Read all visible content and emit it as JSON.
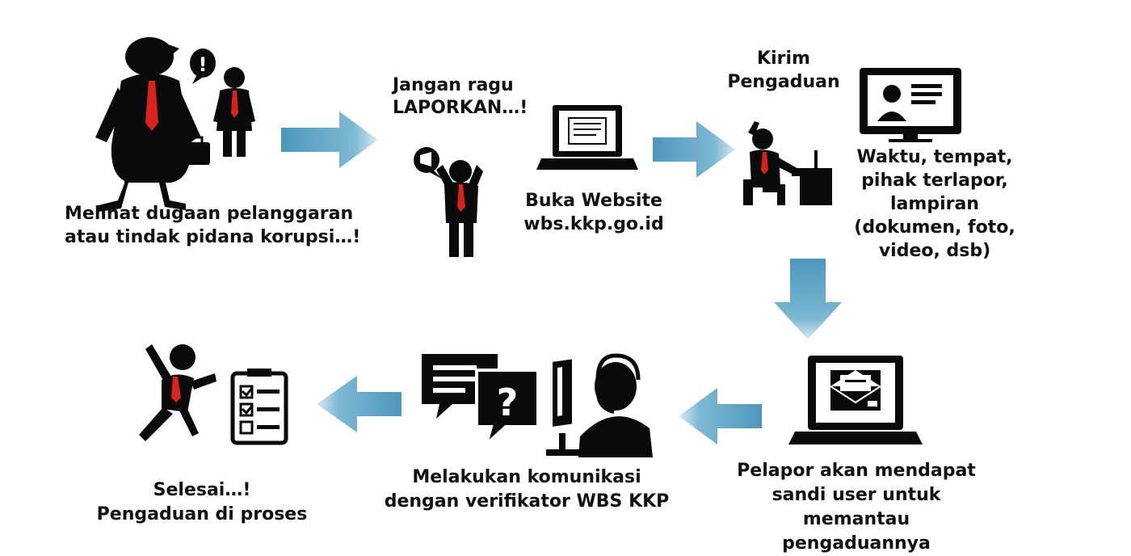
{
  "steps": {
    "step1": "Melihat dugaan pelanggaran\natau tindak pidana korupsi…!",
    "step2_shout": "Jangan ragu\nLAPORKAN…!",
    "step3": "Buka Website\nwbs.kkp.go.id",
    "step4": "Kirim\nPengaduan",
    "step4_detail": "Waktu, tempat,\npihak terlapor,\nlampiran\n(dokumen, foto,\nvideo, dsb)",
    "step5": "Pelapor akan mendapat\nsandi user untuk memantau\npengaduannya",
    "step6": "Melakukan komunikasi\ndengan verifikator WBS KKP",
    "step7": "Selesai…!\nPengaduan di proses"
  },
  "icons": {
    "exclamation_bubble": "!",
    "question_bubble": "?"
  },
  "colors": {
    "arrow": "#5ba3c4",
    "arrow_light": "#cfe6ef",
    "figure": "#0a0a0a",
    "tie": "#d8221b"
  }
}
